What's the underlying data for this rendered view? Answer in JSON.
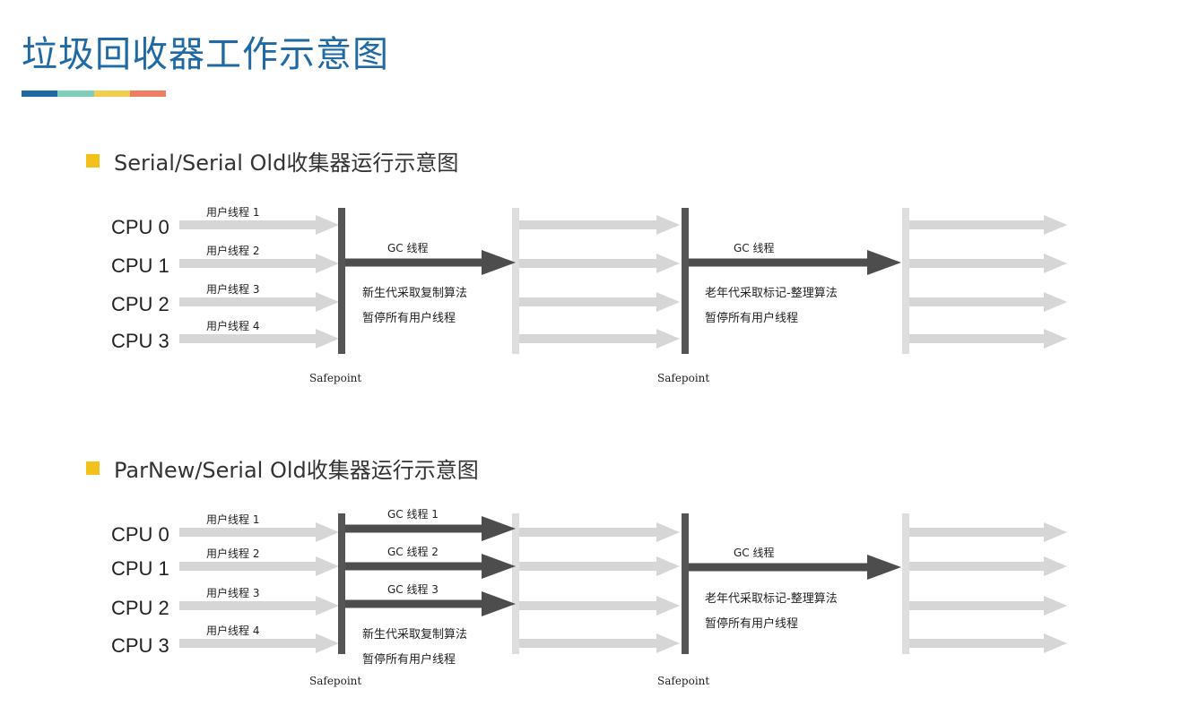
{
  "page": {
    "title": "垃圾回收器工作示意图",
    "accent_colors": [
      "#1f6aa5",
      "#7ecdb9",
      "#f3cd4f",
      "#ef7d62"
    ]
  },
  "bullet_color": "#f2c21b",
  "colors": {
    "thread_arrow": "#d6d6d6",
    "gc_arrow": "#4d4d4d",
    "safepoint_line": "#555555"
  },
  "diagrams": [
    {
      "heading": "Serial/Serial Old收集器运行示意图",
      "cpus": [
        "CPU 0",
        "CPU 1",
        "CPU 2",
        "CPU 3"
      ],
      "threads": [
        "用户线程 1",
        "用户线程 2",
        "用户线程 3",
        "用户线程 4"
      ],
      "phase1": {
        "gc_labels": [
          "GC 线程"
        ],
        "notes": [
          "新生代采取复制算法",
          "暂停所有用户线程"
        ]
      },
      "phase2": {
        "gc_labels": [
          "GC 线程"
        ],
        "notes": [
          "老年代采取标记-整理算法",
          "暂停所有用户线程"
        ]
      },
      "safepoint": "Safepoint"
    },
    {
      "heading": "ParNew/Serial Old收集器运行示意图",
      "cpus": [
        "CPU 0",
        "CPU 1",
        "CPU 2",
        "CPU 3"
      ],
      "threads": [
        "用户线程 1",
        "用户线程 2",
        "用户线程 3",
        "用户线程 4"
      ],
      "phase1": {
        "gc_labels": [
          "GC 线程 1",
          "GC 线程 2",
          "GC 线程 3"
        ],
        "notes": [
          "新生代采取复制算法",
          "暂停所有用户线程"
        ]
      },
      "phase2": {
        "gc_labels": [
          "GC 线程"
        ],
        "notes": [
          "老年代采取标记-整理算法",
          "暂停所有用户线程"
        ]
      },
      "safepoint": "Safepoint"
    }
  ]
}
